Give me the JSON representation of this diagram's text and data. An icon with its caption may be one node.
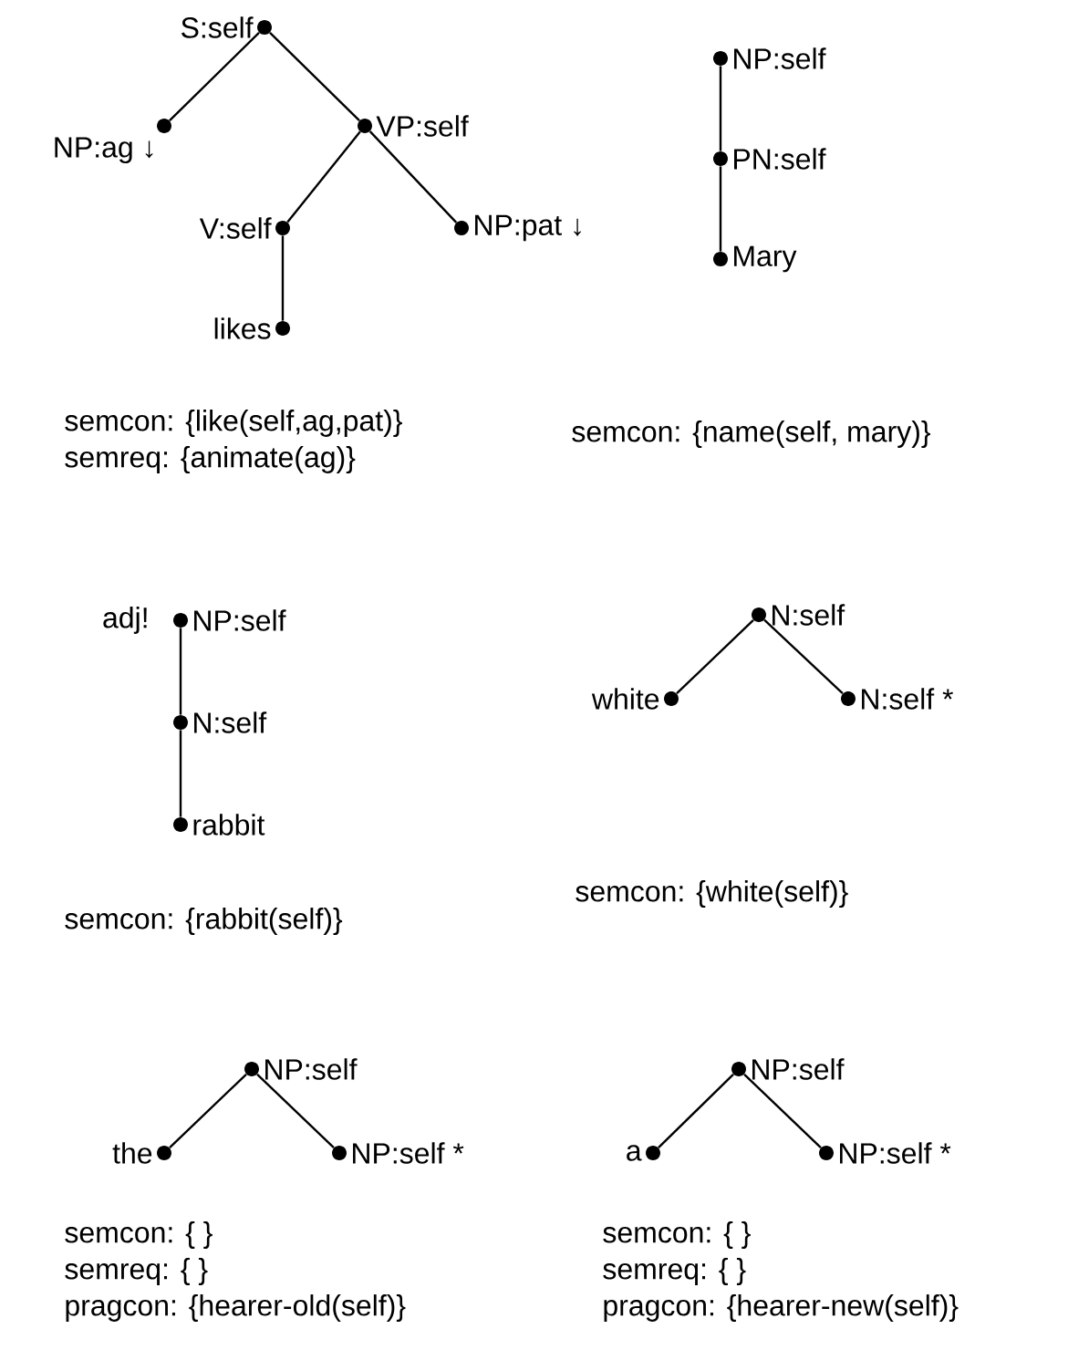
{
  "diagram": {
    "nodes": [
      {
        "text": [
          "S:self"
        ]
      },
      {
        "text": [
          "NP:ag ↓"
        ]
      },
      {
        "text": [
          "VP:self"
        ]
      },
      {
        "text": [
          "V:self"
        ]
      },
      {
        "text": [
          "NP:pat ↓"
        ]
      },
      {
        "text": [
          "likes"
        ]
      },
      {
        "text": [
          "NP:self"
        ]
      },
      {
        "text": [
          "PN:self"
        ]
      },
      {
        "text": [
          "Mary"
        ]
      },
      {
        "text": [
          "NP:self"
        ],
        "beside": [
          "adj!"
        ]
      },
      {
        "text": [
          "N:self"
        ]
      },
      {
        "text": [
          "rabbit"
        ]
      },
      {
        "text": [
          "N:self"
        ]
      },
      {
        "text": [
          "white"
        ]
      },
      {
        "text": [
          "N:self *"
        ]
      },
      {
        "text": [
          "NP:self"
        ]
      },
      {
        "text": [
          "the"
        ]
      },
      {
        "text": [
          "NP:self *"
        ]
      },
      {
        "text": [
          "NP:self"
        ]
      },
      {
        "text": [
          "a"
        ]
      },
      {
        "text": [
          "NP:self *"
        ]
      }
    ],
    "edges": [
      {
        "from": 0,
        "to": 1,
        "arrow": "none"
      },
      {
        "from": 0,
        "to": 2,
        "arrow": "none"
      },
      {
        "from": 2,
        "to": 3,
        "arrow": "none"
      },
      {
        "from": 2,
        "to": 4,
        "arrow": "none"
      },
      {
        "from": 3,
        "to": 5,
        "arrow": "none"
      },
      {
        "from": 6,
        "to": 7,
        "arrow": "none"
      },
      {
        "from": 7,
        "to": 8,
        "arrow": "none"
      },
      {
        "from": 9,
        "to": 10,
        "arrow": "none"
      },
      {
        "from": 10,
        "to": 11,
        "arrow": "none"
      },
      {
        "from": 12,
        "to": 13,
        "arrow": "none"
      },
      {
        "from": 12,
        "to": 14,
        "arrow": "none"
      },
      {
        "from": 15,
        "to": 16,
        "arrow": "none"
      },
      {
        "from": 15,
        "to": 17,
        "arrow": "none"
      },
      {
        "from": 18,
        "to": 19,
        "arrow": "none"
      },
      {
        "from": 18,
        "to": 20,
        "arrow": "none"
      }
    ],
    "labels": [
      "semcon: {like(self,ag,pat)}",
      "semreq: {animate(ag)}",
      "semcon: {name(self, mary)}",
      "semcon: {rabbit(self)}",
      "semcon: {white(self)}",
      "semcon: { }",
      "semreq: { }",
      "pragcon: {hearer-old(self)}",
      "semcon: { }",
      "semreq: { }",
      "pragcon: {hearer-new(self)}"
    ]
  }
}
